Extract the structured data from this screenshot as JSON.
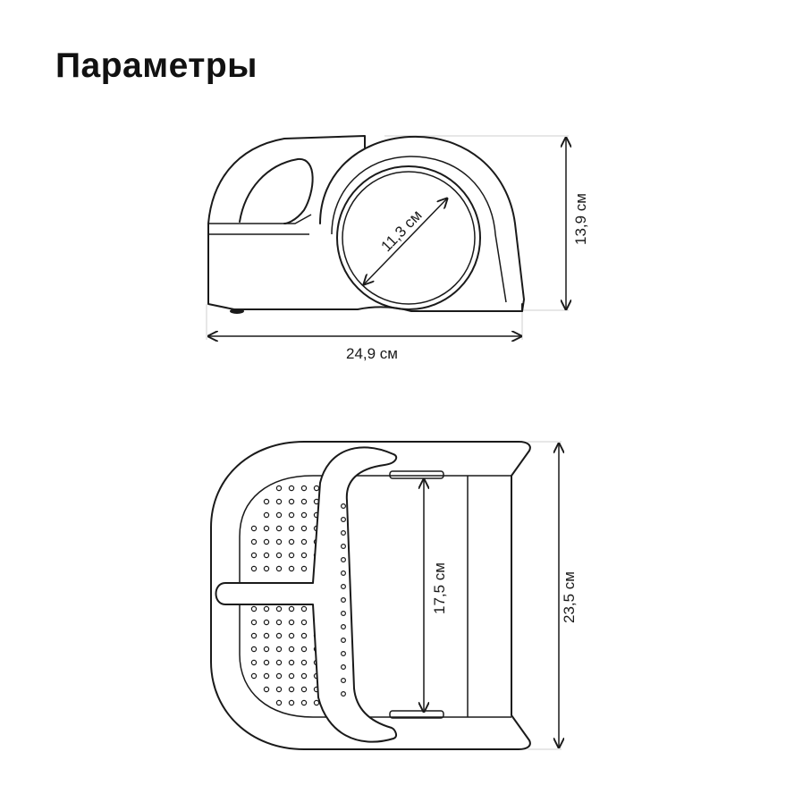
{
  "title": "Параметры",
  "dimensions": {
    "diameter": "11,3 см",
    "height": "13,9 см",
    "length": "24,9 см",
    "inner_width": "17,5 см",
    "width": "23,5 см"
  }
}
